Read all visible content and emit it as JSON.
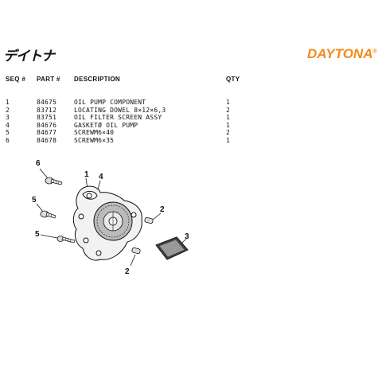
{
  "header": {
    "logo_jp": "デイトナ",
    "brand": "DAYTONA",
    "brand_mark": "®",
    "brand_color": "#f08a1c"
  },
  "table": {
    "columns": {
      "seq": "SEQ #",
      "part": "PART #",
      "description": "DESCRIPTION",
      "qty": "QTY"
    },
    "rows": [
      {
        "seq": "1",
        "part": "84675",
        "description": "OIL PUMP COMPONENT",
        "qty": "1"
      },
      {
        "seq": "2",
        "part": "83712",
        "description": "LOCATING DOWEL 8×12×6,3",
        "qty": "2"
      },
      {
        "seq": "3",
        "part": "83751",
        "description": "OIL FILTER SCREEN ASSY",
        "qty": "1"
      },
      {
        "seq": "4",
        "part": "84676",
        "description": "GASKETØ OIL PUMP",
        "qty": "1"
      },
      {
        "seq": "5",
        "part": "84677",
        "description": "SCREWM6×40",
        "qty": "2"
      },
      {
        "seq": "6",
        "part": "84678",
        "description": "SCREWM6×35",
        "qty": "1"
      }
    ]
  },
  "diagram": {
    "callouts": {
      "pump": "1",
      "gasket": "4",
      "screw_top": "6",
      "screw_mid": "5",
      "screw_low": "5",
      "dowel_right": "2",
      "dowel_bottom": "2",
      "screen": "3"
    }
  }
}
